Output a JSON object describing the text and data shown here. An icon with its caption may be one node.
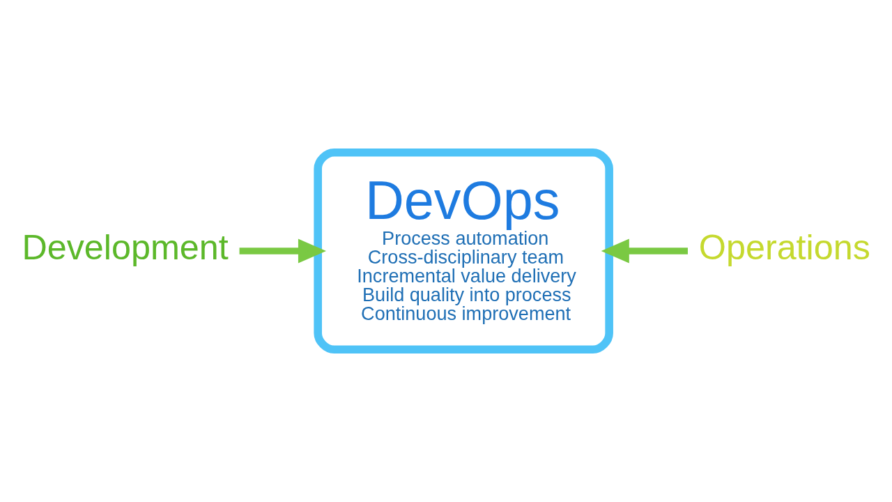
{
  "diagram": {
    "nodes": [
      {
        "text": [
          "DevOps",
          "Process automation",
          "Cross-disciplinary team",
          "Incremental value delivery",
          "Build quality into process",
          "Continuous improvement"
        ]
      },
      {
        "text": [
          "Development"
        ]
      },
      {
        "text": [
          "Operations"
        ]
      }
    ],
    "edges": [
      {
        "from": 1,
        "to": 0,
        "arrow": "to"
      },
      {
        "from": 2,
        "to": 0,
        "arrow": "to"
      }
    ]
  }
}
